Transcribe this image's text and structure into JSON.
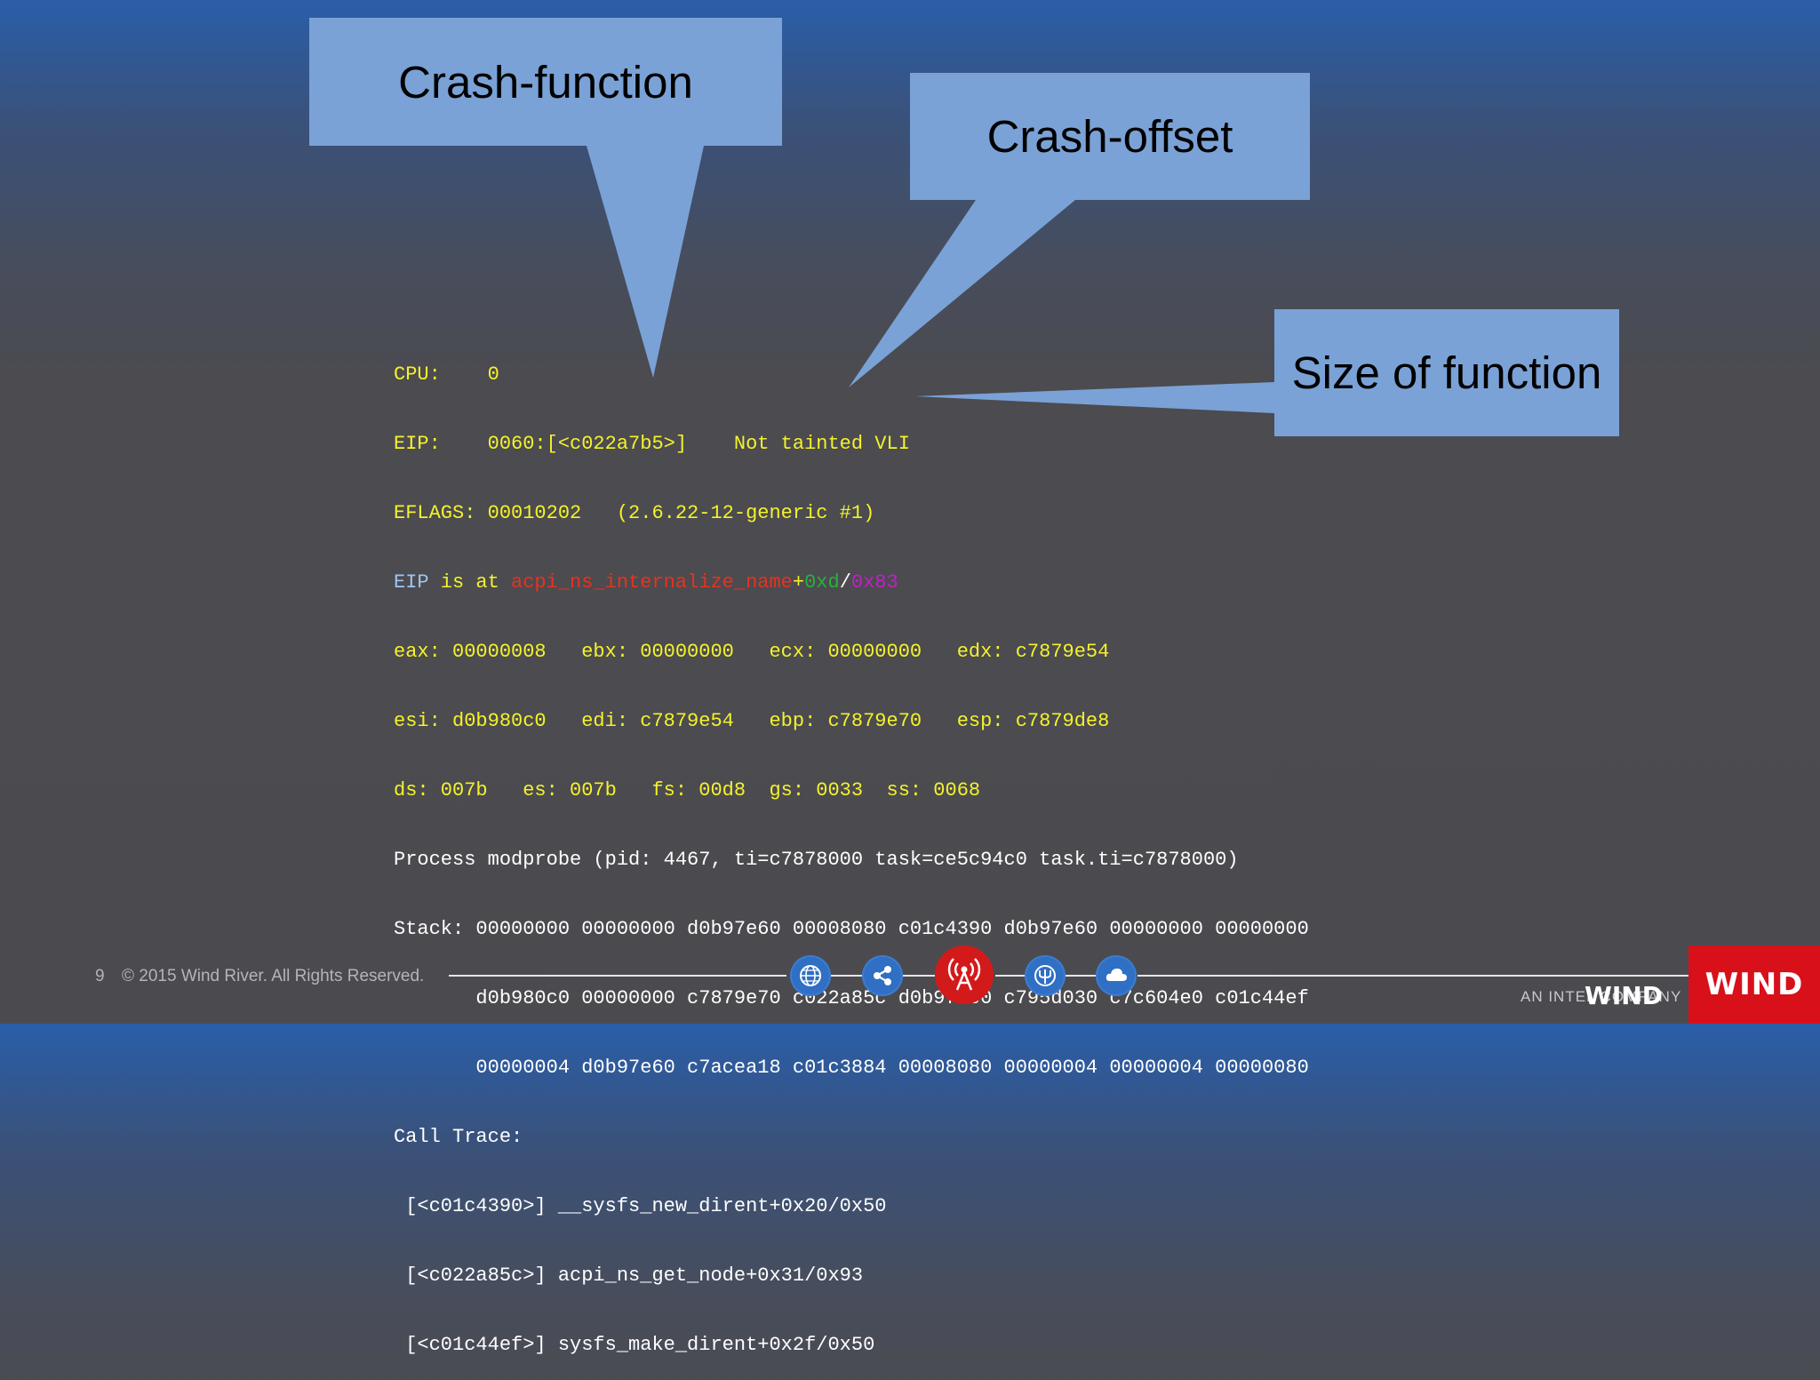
{
  "callouts": {
    "function_label": "Crash-function",
    "offset_label": "Crash-offset",
    "size_label": "Size of function",
    "box_color": "#7aa2d6"
  },
  "console": {
    "line1": "CPU:    0",
    "line2": "EIP:    0060:[<c022a7b5>]    Not tainted VLI",
    "line3": "EFLAGS: 00010202   (2.6.22-12-generic #1)",
    "eip_line": {
      "lead": "EIP",
      "mid": " is at ",
      "func": "acpi_ns_internalize_name",
      "plus": "+",
      "offset": "0xd",
      "slash": "/",
      "size": "0x83"
    },
    "line5": "eax: 00000008   ebx: 00000000   ecx: 00000000   edx: c7879e54",
    "line6": "esi: d0b980c0   edi: c7879e54   ebp: c7879e70   esp: c7879de8",
    "line7": "ds: 007b   es: 007b   fs: 00d8  gs: 0033  ss: 0068",
    "line8": "Process modprobe (pid: 4467, ti=c7878000 task=ce5c94c0 task.ti=c7878000)",
    "line9": "Stack: 00000000 00000000 d0b97e60 00008080 c01c4390 d0b97e60 00000000 00000000",
    "line10": "       d0b980c0 00000000 c7879e70 c022a85c d0b97e60 c795d030 c7c604e0 c01c44ef",
    "line11": "       00000004 d0b97e60 c7acea18 c01c3884 00008080 00000004 00000004 00000080",
    "line12": "Call Trace:",
    "line13": " [<c01c4390>] __sysfs_new_dirent+0x20/0x50",
    "line14": " [<c022a85c>] acpi_ns_get_node+0x31/0x93",
    "line15": " [<c01c44ef>] sysfs_make_dirent+0x2f/0x50"
  },
  "footer": {
    "page_number": "9",
    "copyright": "© 2015 Wind River. All Rights Reserved.",
    "nav_icons": [
      "globe-icon",
      "share-icon",
      "broadcast-icon",
      "trident-icon",
      "cloud-icon"
    ],
    "brand_tagline": "AN INTEL COMPANY",
    "brand_name": "WIND"
  }
}
